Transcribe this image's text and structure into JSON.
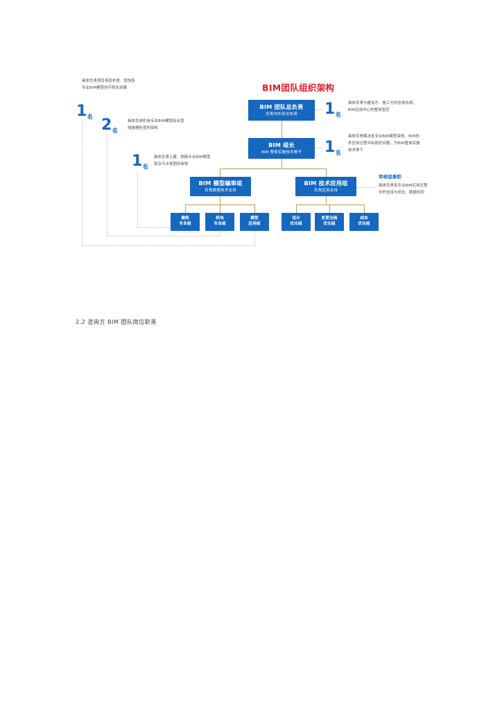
{
  "document": {
    "caption": "2.2 咨询方 BIM 团队岗位职责"
  },
  "figure": {
    "title": "BIM团队组织架构",
    "title_color": "#e8192c",
    "node_color": "#1567c0",
    "connector_color": "#b79b55",
    "guide_color": "#9fc4e8",
    "nodes": {
      "lead": {
        "title": "BIM 团队总负责",
        "subtitle": "负责内外部总协调"
      },
      "chief": {
        "title": "BIM 组长",
        "subtitle": "BIM 整体实施技术骨干"
      },
      "model_group": {
        "title": "BIM 模型编审组",
        "subtitle": "负责数据技术支持"
      },
      "tech_group": {
        "title": "BIM 技术应用组",
        "subtitle": "负责应用支持"
      }
    },
    "leaves": [
      {
        "line1": "建筑",
        "line2": "专业组"
      },
      {
        "line1": "机电",
        "line2": "专业组"
      },
      {
        "line1": "模型",
        "line2": "应用组"
      },
      {
        "line1": "设计",
        "line2": "优化组"
      },
      {
        "line1": "变更洽商",
        "line2": "优化组"
      },
      {
        "line1": "成本",
        "line2": "优化组"
      }
    ],
    "counts": {
      "left_a": {
        "num": "1",
        "unit": "名"
      },
      "left_b": {
        "num": "2",
        "unit": "名"
      },
      "left_c": {
        "num": "1",
        "unit": "名"
      },
      "right_a": {
        "num": "1",
        "unit": "名"
      },
      "right_b": {
        "num": "1",
        "unit": "名"
      }
    },
    "annotations": {
      "top_left": "具体负责项目场景布置、增加各\n专业BIM模型的可视化效果",
      "mid_left": "具体负责机电专业BIM模型综合管\n线碰撞检查的审核",
      "low_left": "具体负责土建、钢筋专业BIM模型\n复杂节点视图的审核",
      "top_right": "具体负责与建设方、施工方的总体协调，\nBIM应用中心的整体管控",
      "mid_right": "具体负责解决各专业BIM模型审核、BIM技\n术应用过程中出现的问题，为BIM整体实施\n技术骨干",
      "review_heading": "审核组兼职",
      "review_body": "具体负责各专业BIM应用过程\n中的支持与优化、数据协同"
    }
  }
}
